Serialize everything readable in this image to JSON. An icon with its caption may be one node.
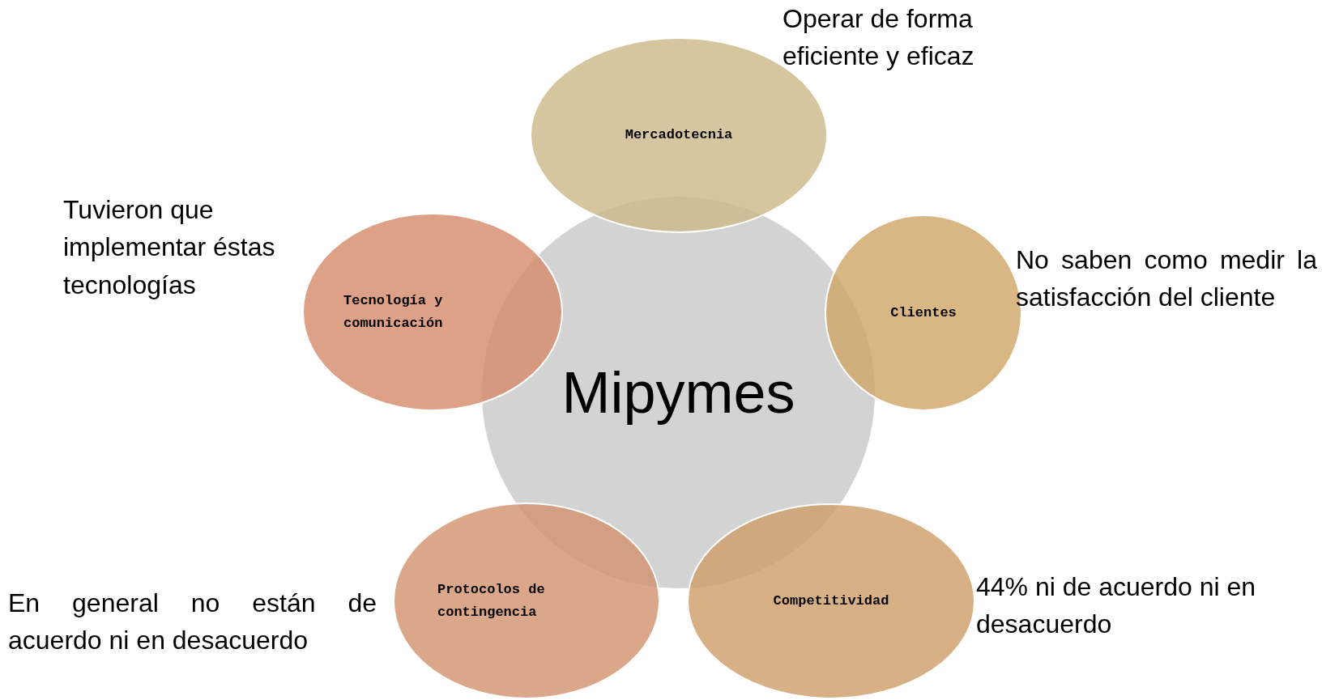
{
  "diagram": {
    "nodes": [
      {
        "text": [
          "Mipymes"
        ]
      },
      {
        "text": [
          "Mercadotecnia"
        ],
        "beside": [
          "Operar de forma eficiente y eficaz"
        ]
      },
      {
        "text": [
          "Tecnología y comunicación"
        ],
        "beside": [
          "Tuvieron que implementar éstas tecnologías"
        ]
      },
      {
        "text": [
          "Clientes"
        ],
        "beside": [
          "No saben como medir la satisfacción del cliente"
        ]
      },
      {
        "text": [
          "Protocolos de contingencia"
        ],
        "beside": [
          "En general no están de acuerdo ni en desacuerdo"
        ]
      },
      {
        "text": [
          "Competitividad"
        ],
        "beside": [
          "44% ni de acuerdo ni en desacuerdo"
        ]
      }
    ],
    "edges": []
  }
}
